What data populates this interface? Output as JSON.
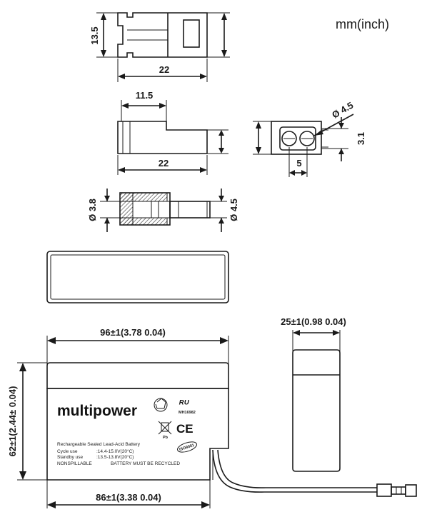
{
  "units_label": "mm(inch)",
  "connector_top": {
    "height_label": "13.5",
    "width_label": "22"
  },
  "connector_side": {
    "step_label": "11.5",
    "width_label": "22"
  },
  "connector_end": {
    "diameter_label": "Ø 4.5",
    "height_label": "3.1",
    "pitch_label": "5"
  },
  "connector_section": {
    "left_label": "Ø 3.8",
    "right_label": "Ø 4.5"
  },
  "battery": {
    "top_width_label": "96±1(3.78  0.04)",
    "height_label": "62±1(2.44± 0.04)",
    "bottom_width_label": "86±1(3.38  0.04)",
    "depth_label": "25±1(0.98  0.04)",
    "brand": "multipower",
    "product_line": "Rechargeable Sealed Lead-Acid Battery",
    "cycle_use_label": "Cycle use",
    "cycle_use_value": ":14.4-15.0V(20°C)",
    "standby_use_label": "Standby use",
    "standby_use_value": ":13.5-13.8V(20°C)",
    "nonspillable": "NONSPILLABLE",
    "recycle_note": "BATTERY MUST BE RECYCLED",
    "ul_code": "MH16982",
    "ce_mark": "CE",
    "pb_mark": "Pb",
    "iso_badge": "ISO9001"
  }
}
